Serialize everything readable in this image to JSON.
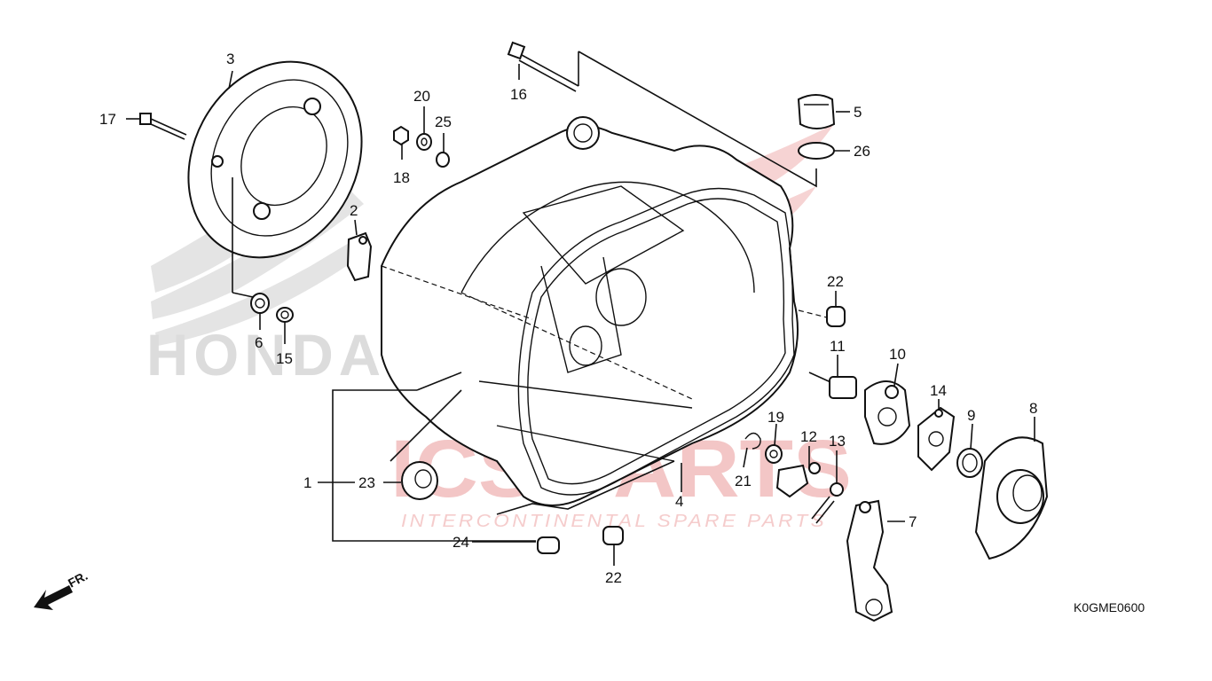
{
  "diagram": {
    "reference_code": "K0GME0600",
    "direction_label": "FR.",
    "watermark": {
      "brand": "ICS PARTS",
      "tagline": "INTERCONTINENTAL SPARE PARTS",
      "logo_text": "HONDA"
    },
    "callouts": [
      {
        "id": "c1",
        "text": "1"
      },
      {
        "id": "c2",
        "text": "2"
      },
      {
        "id": "c3",
        "text": "3"
      },
      {
        "id": "c4",
        "text": "4"
      },
      {
        "id": "c5",
        "text": "5"
      },
      {
        "id": "c6",
        "text": "6"
      },
      {
        "id": "c7",
        "text": "7"
      },
      {
        "id": "c8",
        "text": "8"
      },
      {
        "id": "c9",
        "text": "9"
      },
      {
        "id": "c10",
        "text": "10"
      },
      {
        "id": "c11",
        "text": "11"
      },
      {
        "id": "c12",
        "text": "12"
      },
      {
        "id": "c13",
        "text": "13"
      },
      {
        "id": "c14",
        "text": "14"
      },
      {
        "id": "c15",
        "text": "15"
      },
      {
        "id": "c16",
        "text": "16"
      },
      {
        "id": "c17",
        "text": "17"
      },
      {
        "id": "c18",
        "text": "18"
      },
      {
        "id": "c19",
        "text": "19"
      },
      {
        "id": "c20",
        "text": "20"
      },
      {
        "id": "c21",
        "text": "21"
      },
      {
        "id": "c22a",
        "text": "22"
      },
      {
        "id": "c22b",
        "text": "22"
      },
      {
        "id": "c23",
        "text": "23"
      },
      {
        "id": "c24",
        "text": "24"
      },
      {
        "id": "c25",
        "text": "25"
      },
      {
        "id": "c26",
        "text": "26"
      }
    ],
    "colors": {
      "line": "#111111",
      "watermark_red": "#f3c6c6",
      "watermark_grey": "#dcdcdc"
    }
  }
}
